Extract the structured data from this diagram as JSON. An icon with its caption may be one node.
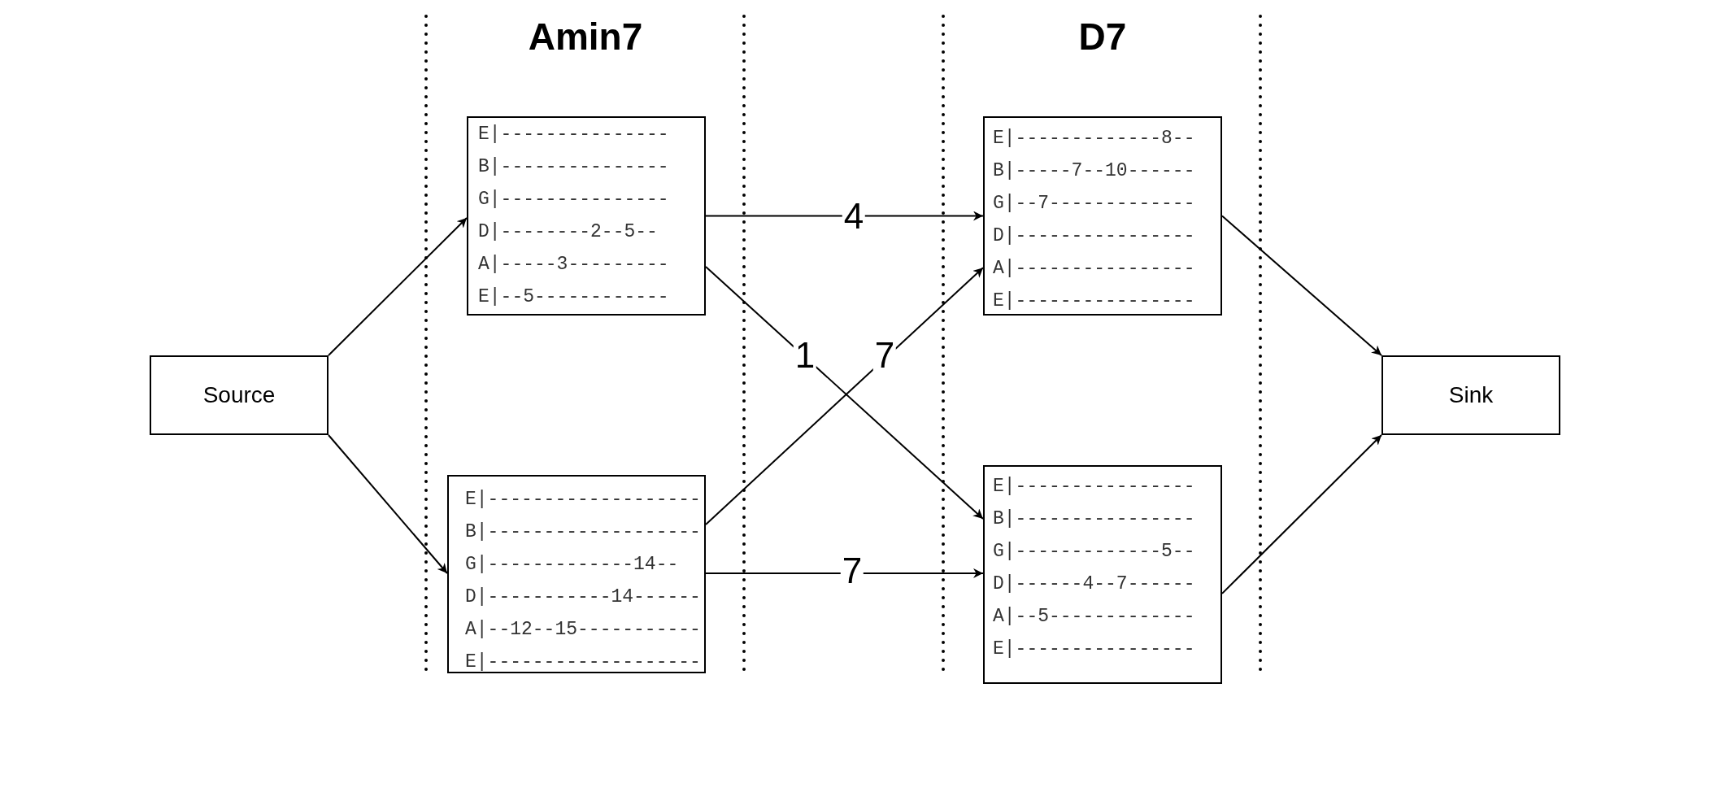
{
  "diagram": {
    "nodes": [
      {
        "text": [
          "Source"
        ]
      },
      {
        "text": [
          "E|---------------",
          "B|---------------",
          "G|---------------",
          "D|--------2--5--",
          "A|-----3---------",
          "E|--5------------"
        ]
      },
      {
        "text": [
          "E|-------------------",
          "B|-------------------",
          "G|-------------14--",
          "D|-----------14------",
          "A|--12--15-----------",
          "E|-------------------"
        ]
      },
      {
        "text": [
          "E|-------------8--",
          "B|-----7--10------",
          "G|--7-------------",
          "D|----------------",
          "A|----------------",
          "E|----------------"
        ]
      },
      {
        "text": [
          "E|----------------",
          "B|----------------",
          "G|-------------5--",
          "D|------4--7------",
          "A|--5-------------",
          "E|----------------"
        ]
      },
      {
        "text": [
          "Sink"
        ]
      }
    ],
    "edges": [
      {
        "from": 0,
        "to": 1,
        "arrow": "to"
      },
      {
        "from": 0,
        "to": 2,
        "arrow": "to"
      },
      {
        "from": 1,
        "to": 3,
        "arrow": "to",
        "label": "4"
      },
      {
        "from": 1,
        "to": 4,
        "arrow": "to",
        "label": "1"
      },
      {
        "from": 2,
        "to": 3,
        "arrow": "to",
        "label": "7"
      },
      {
        "from": 2,
        "to": 4,
        "arrow": "to",
        "label": "7"
      },
      {
        "from": 3,
        "to": 5,
        "arrow": "to"
      },
      {
        "from": 4,
        "to": 5,
        "arrow": "to"
      }
    ],
    "labels": [
      "Amin7",
      "D7"
    ]
  }
}
